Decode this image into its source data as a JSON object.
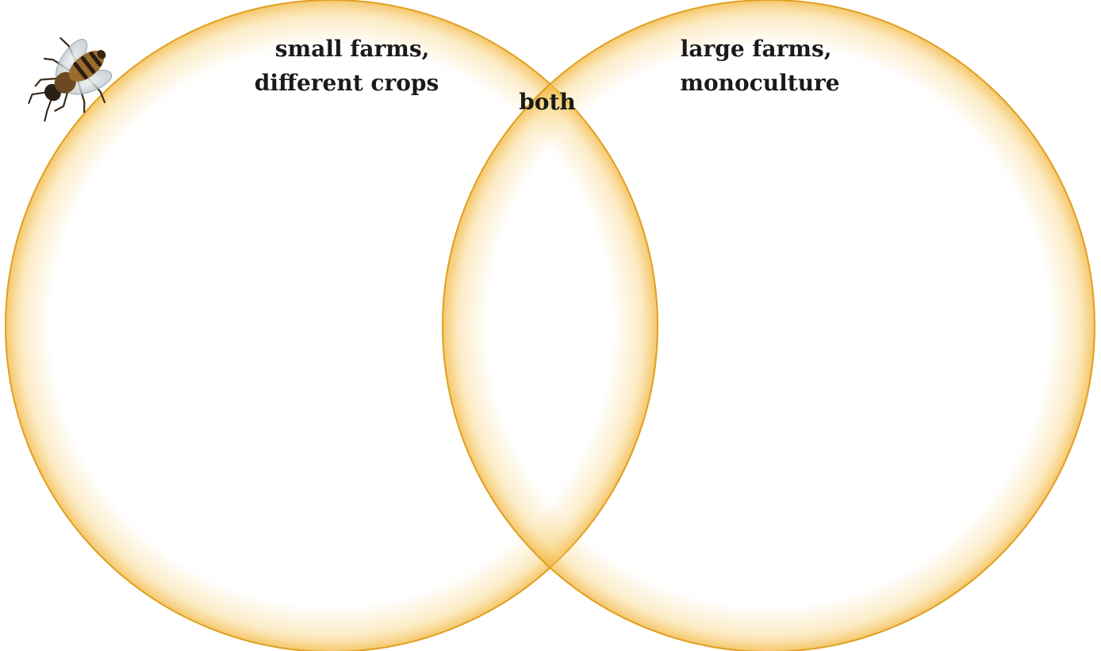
{
  "venn": {
    "left_label_line1": "small farms,",
    "left_label_line2": "different crops",
    "overlap_label": "both",
    "right_label_line1": "large farms,",
    "right_label_line2": "monoculture"
  },
  "colors": {
    "ring_stroke": "#e0a020",
    "ring_glow": "#f5c55a",
    "background": "#ffffff"
  },
  "icons": {
    "corner_decoration": "bee-icon"
  }
}
